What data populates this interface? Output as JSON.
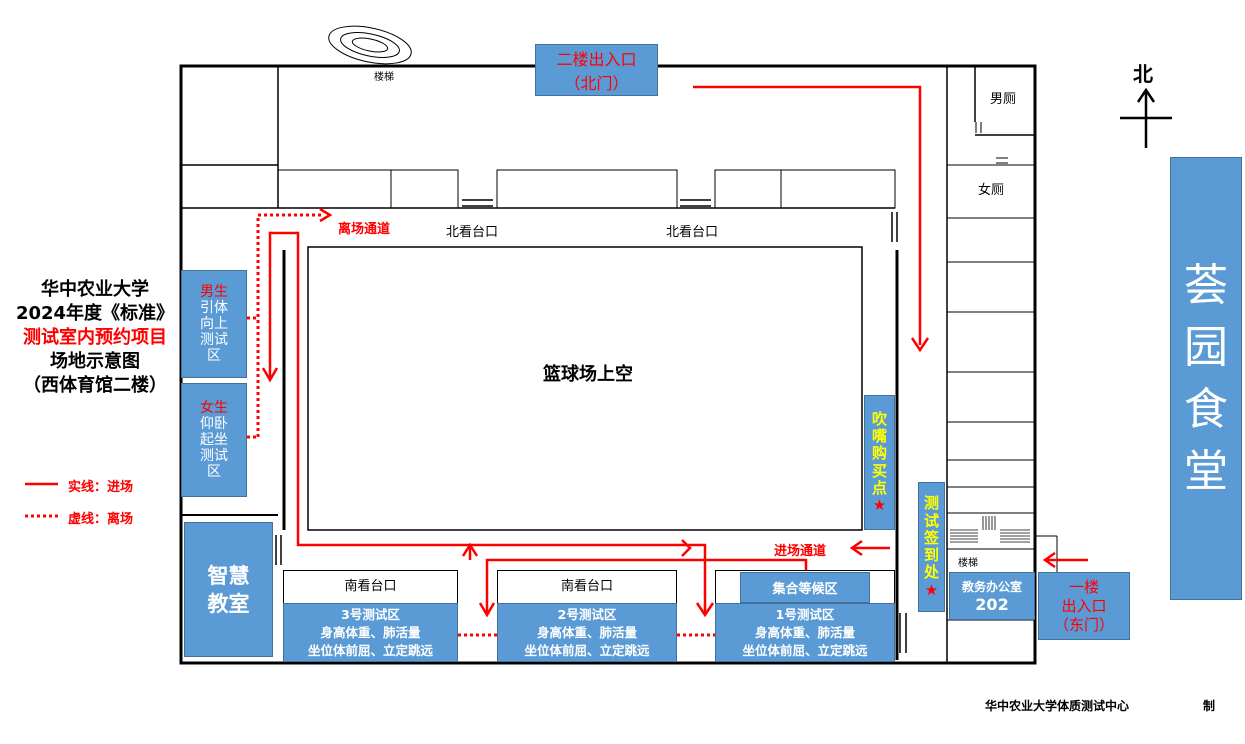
{
  "title": {
    "lines": [
      "华中农业大学",
      "2024年度《标准》",
      "测试室内预约项目",
      "场地示意图",
      "（西体育馆二楼）"
    ]
  },
  "legend": {
    "solid": "实线：进场",
    "dotted": "虚线：离场"
  },
  "north": "北",
  "canteen": "荟园食堂",
  "north_entrance": {
    "line1": "二楼出入口",
    "line2": "（北门）"
  },
  "east_entrance": {
    "line1": "一楼",
    "line2": "出入口",
    "line3": "（东门）"
  },
  "stairs_top": "楼梯",
  "stairs_right": "楼梯",
  "male_toilet": "男厕",
  "female_toilet": "女厕",
  "exit_corridor": "离场通道",
  "enter_corridor": "进场通道",
  "north_stand_1": "北看台口",
  "north_stand_2": "北看台口",
  "court": "篮球场上空",
  "male_zone": {
    "gender": "男生",
    "lines": [
      "引体",
      "向上",
      "测试",
      "区"
    ]
  },
  "female_zone": {
    "gender": "女生",
    "lines": [
      "仰卧",
      "起坐",
      "测试",
      "区"
    ]
  },
  "smart_classroom": {
    "line1": "智慧",
    "line2": "教室"
  },
  "whistle_shop": {
    "chars": [
      "吹",
      "嘴",
      "购",
      "买",
      "点"
    ],
    "star": "★"
  },
  "checkin": {
    "chars": [
      "测",
      "试",
      "签",
      "到",
      "处"
    ],
    "star": "★"
  },
  "office": {
    "name": "教务办公室",
    "number": "202"
  },
  "south_stands": [
    "南看台口",
    "南看台口"
  ],
  "waiting_area": "集合等候区",
  "zones": [
    {
      "name": "3号测试区",
      "items1": "身高体重、肺活量",
      "items2": "坐位体前屈、立定跳远"
    },
    {
      "name": "2号测试区",
      "items1": "身高体重、肺活量",
      "items2": "坐位体前屈、立定跳远"
    },
    {
      "name": "1号测试区",
      "items1": "身高体重、肺活量",
      "items2": "坐位体前屈、立定跳远"
    }
  ],
  "footer": {
    "org": "华中农业大学体质测试中心",
    "suffix": "制"
  },
  "colors": {
    "blue": "#5b9bd5",
    "red": "#ff0000",
    "yellow": "#ffff00"
  }
}
